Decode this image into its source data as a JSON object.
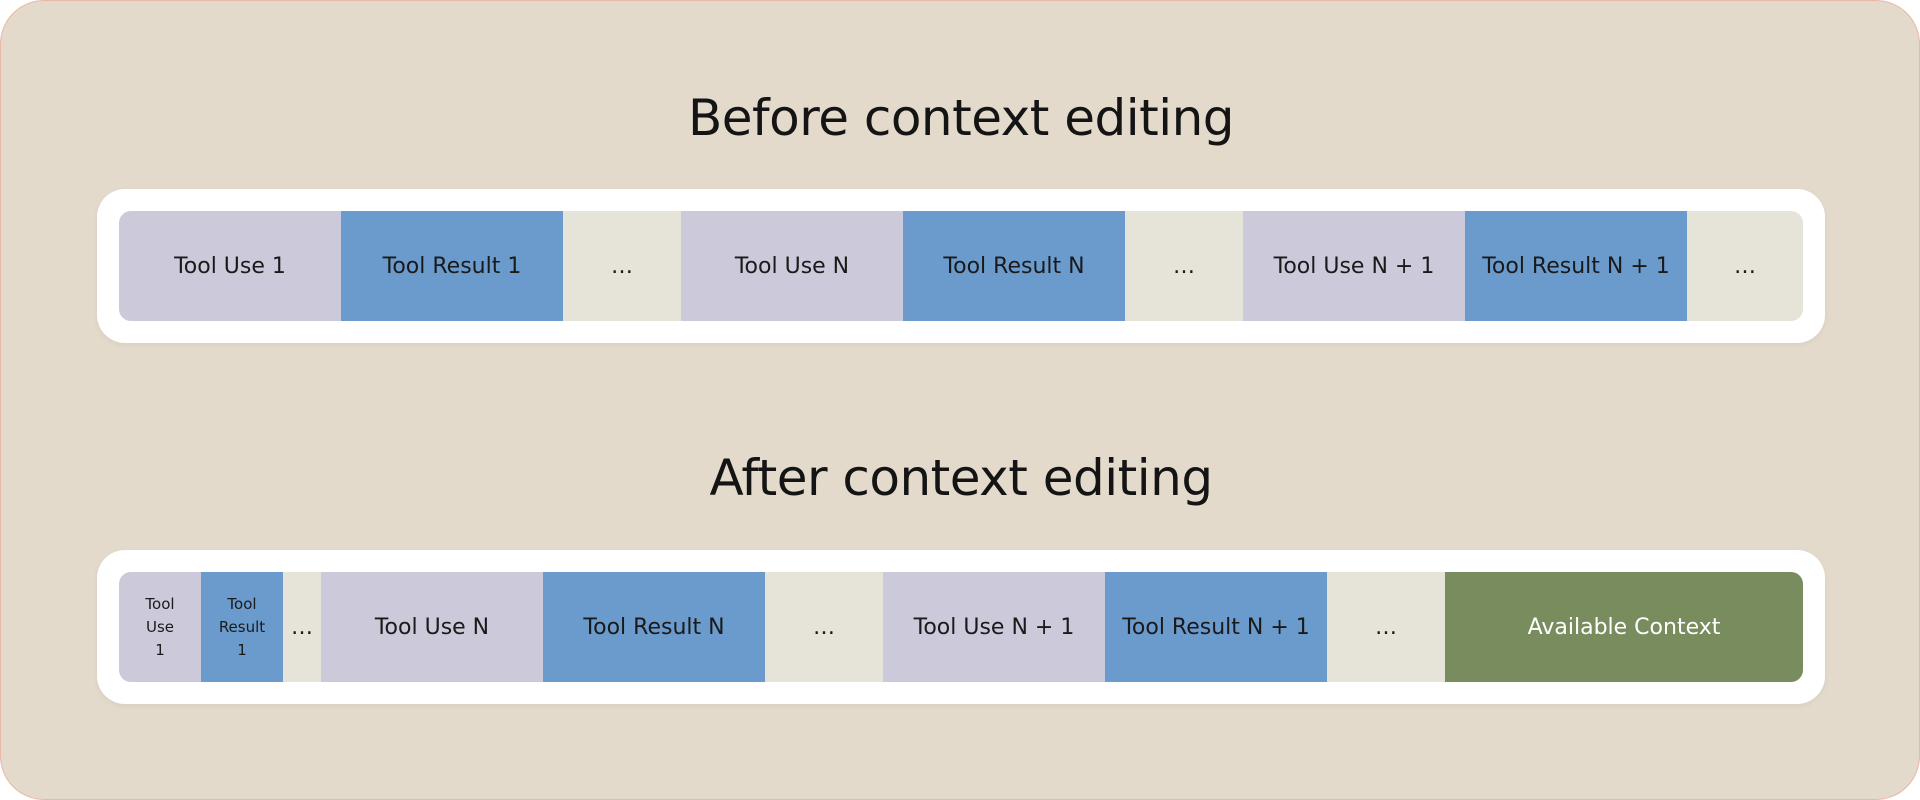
{
  "colors": {
    "background": "#e3dacb",
    "frame": "#ffffff",
    "tool_use": "#cbc9da",
    "tool_result": "#6a9bcc",
    "ellipsis": "#e6e4d9",
    "available": "#788c5d"
  },
  "before": {
    "title": "Before context editing",
    "segments": [
      {
        "label": "Tool Use 1",
        "kind": "tool_use"
      },
      {
        "label": "Tool Result 1",
        "kind": "tool_result"
      },
      {
        "label": "…",
        "kind": "ellipsis"
      },
      {
        "label": "Tool Use N",
        "kind": "tool_use"
      },
      {
        "label": "Tool Result N",
        "kind": "tool_result"
      },
      {
        "label": "…",
        "kind": "ellipsis"
      },
      {
        "label": "Tool Use N + 1",
        "kind": "tool_use"
      },
      {
        "label": "Tool Result N + 1",
        "kind": "tool_result"
      },
      {
        "label": "…",
        "kind": "ellipsis"
      }
    ]
  },
  "after": {
    "title": "After context editing",
    "segments": [
      {
        "label": "Tool\nUse\n1",
        "kind": "tool_use"
      },
      {
        "label": "Tool\nResult\n1",
        "kind": "tool_result"
      },
      {
        "label": "…",
        "kind": "ellipsis"
      },
      {
        "label": "Tool Use N",
        "kind": "tool_use"
      },
      {
        "label": "Tool Result N",
        "kind": "tool_result"
      },
      {
        "label": "…",
        "kind": "ellipsis"
      },
      {
        "label": "Tool Use N + 1",
        "kind": "tool_use"
      },
      {
        "label": "Tool Result N + 1",
        "kind": "tool_result"
      },
      {
        "label": "…",
        "kind": "ellipsis"
      },
      {
        "label": "Available Context",
        "kind": "available"
      }
    ]
  }
}
